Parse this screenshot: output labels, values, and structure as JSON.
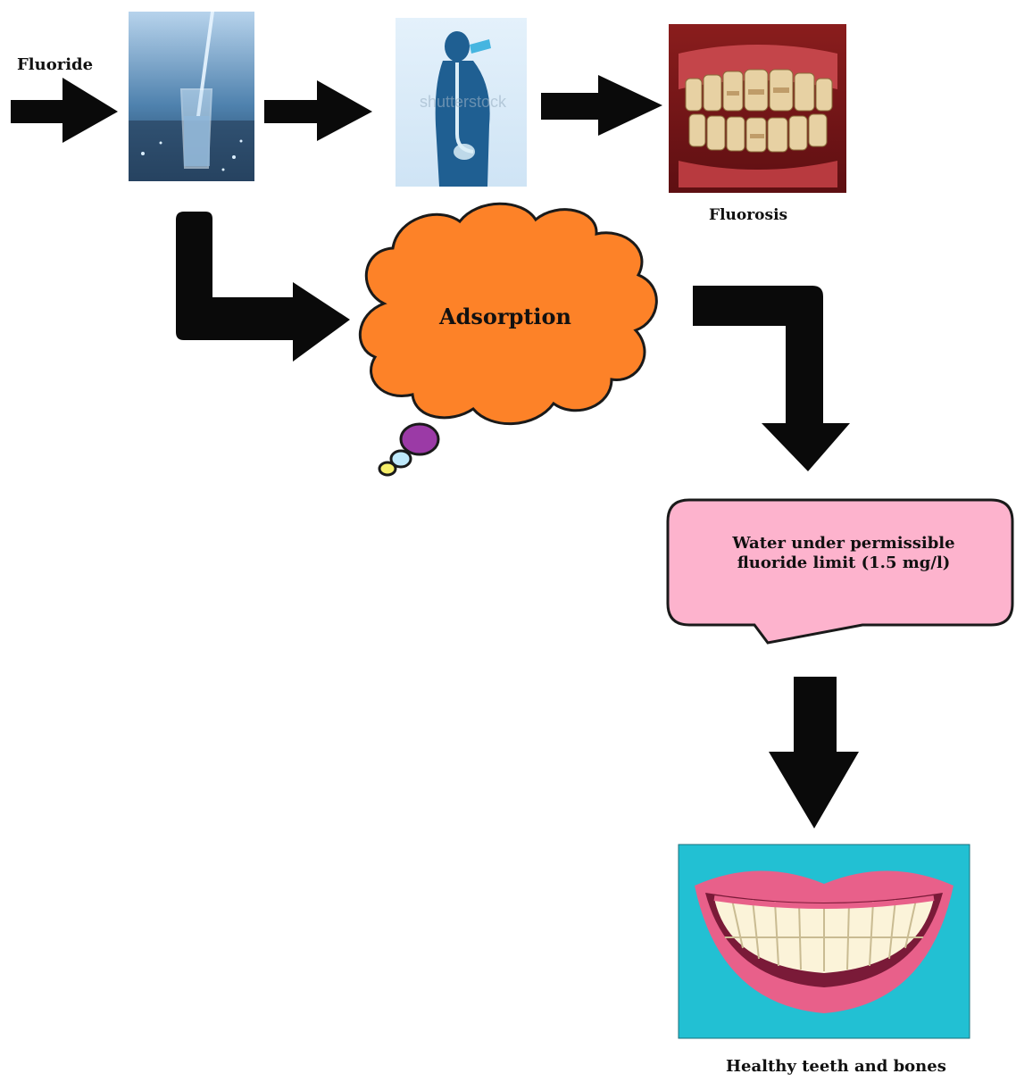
{
  "labels": {
    "source": "Fluoride",
    "disease": "Fluorosis",
    "process": "Adsorption",
    "safe_water_line1": "Water under permissible",
    "safe_water_line2": "fluoride limit (1.5 mg/l)",
    "outcome": "Healthy teeth and bones"
  },
  "icons": {
    "glass": "glass-of-water-icon",
    "person": "person-drinking-water-icon",
    "fluorosis": "fluorosis-teeth-icon",
    "smile": "healthy-smile-icon"
  },
  "colors": {
    "arrow": "#0a0a0a",
    "cloud": "#fd8228",
    "callout": "#fdb3cd",
    "smile_bg": "#22c0d3",
    "lips": "#e8608a",
    "bubble_purple": "#9b3aa6",
    "bubble_blue": "#bfe9fb",
    "bubble_yellow": "#f7ef6a"
  }
}
